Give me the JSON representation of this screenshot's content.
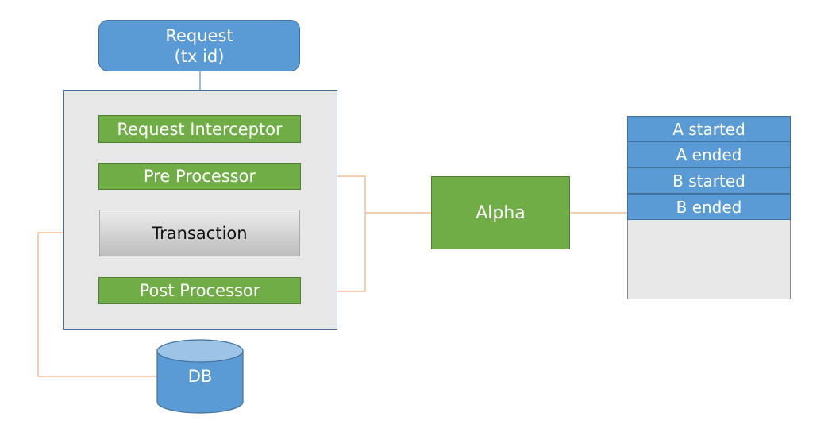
{
  "request": {
    "line1": "Request",
    "line2": "(tx id)"
  },
  "pipeline": {
    "interceptor": "Request Interceptor",
    "pre_processor": "Pre Processor",
    "transaction": "Transaction",
    "post_processor": "Post Processor"
  },
  "alpha": "Alpha",
  "db": "DB",
  "event_log": [
    "A started",
    "A ended",
    "B started",
    "B ended"
  ],
  "colors": {
    "blue": "#5b9bd5",
    "green": "#70ad47",
    "orange_connector": "#f4b183",
    "gray_container": "#e7e7e7"
  }
}
